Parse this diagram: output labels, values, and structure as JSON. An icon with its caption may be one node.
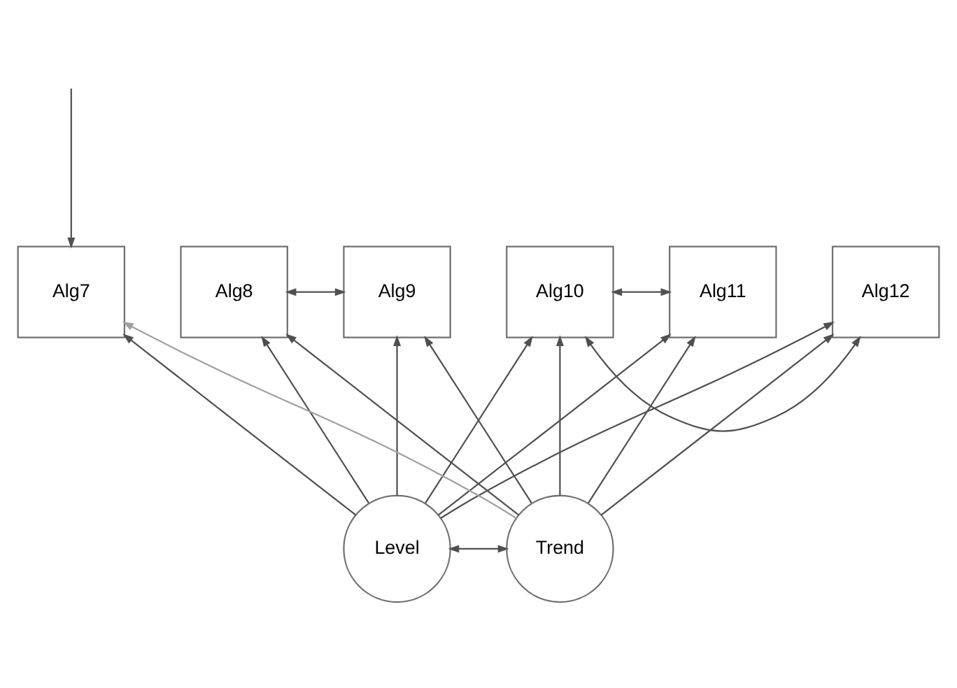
{
  "diagram": {
    "nodes": [
      {
        "text": [
          "Alg7"
        ]
      },
      {
        "text": [
          "Alg8"
        ]
      },
      {
        "text": [
          "Alg9"
        ]
      },
      {
        "text": [
          "Alg10"
        ]
      },
      {
        "text": [
          "Alg11"
        ]
      },
      {
        "text": [
          "Alg12"
        ]
      },
      {
        "text": [
          "Level"
        ]
      },
      {
        "text": [
          "Trend"
        ]
      }
    ],
    "edges": [
      {
        "from": null,
        "to": 0,
        "arrow": "to"
      },
      {
        "from": 1,
        "to": 2,
        "arrow": "both"
      },
      {
        "from": 3,
        "to": 4,
        "arrow": "both"
      },
      {
        "from": 3,
        "to": 5,
        "arrow": "both"
      },
      {
        "from": 6,
        "to": 0,
        "arrow": "to"
      },
      {
        "from": 6,
        "to": 1,
        "arrow": "to"
      },
      {
        "from": 6,
        "to": 2,
        "arrow": "to"
      },
      {
        "from": 6,
        "to": 3,
        "arrow": "to"
      },
      {
        "from": 6,
        "to": 4,
        "arrow": "to"
      },
      {
        "from": 6,
        "to": 5,
        "arrow": "to"
      },
      {
        "from": 7,
        "to": 0,
        "arrow": "to",
        "color": "#a0a0a0"
      },
      {
        "from": 7,
        "to": 1,
        "arrow": "to"
      },
      {
        "from": 7,
        "to": 2,
        "arrow": "to"
      },
      {
        "from": 7,
        "to": 3,
        "arrow": "to"
      },
      {
        "from": 7,
        "to": 4,
        "arrow": "to"
      },
      {
        "from": 7,
        "to": 5,
        "arrow": "to"
      },
      {
        "from": 6,
        "to": 7,
        "arrow": "both"
      }
    ]
  }
}
